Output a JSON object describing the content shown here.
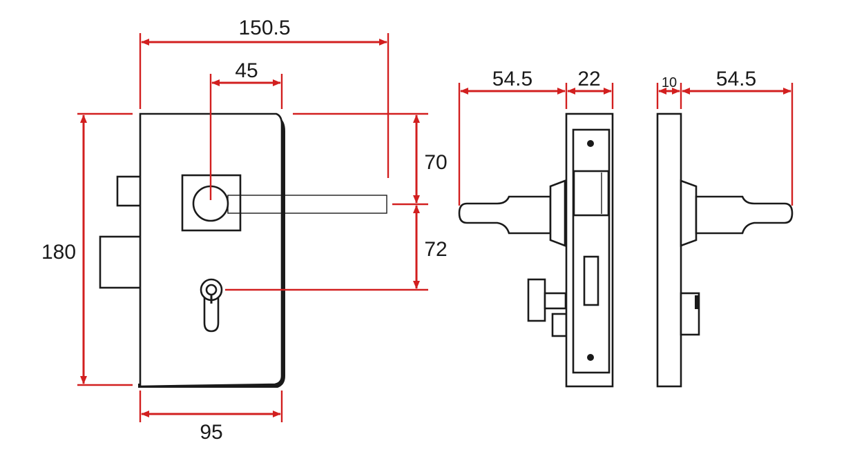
{
  "drawing": {
    "colors": {
      "outline": "#1a1a1a",
      "dimension": "#d21f1f",
      "background": "#ffffff"
    },
    "dimensions": {
      "overall_width": "150.5",
      "backset": "45",
      "top_to_handle": "70",
      "handle_to_cylinder": "72",
      "height": "180",
      "body_width": "95",
      "handle_length_left": "54.5",
      "case_depth": "22",
      "plate_thickness": "10",
      "handle_length_right": "54.5"
    }
  }
}
